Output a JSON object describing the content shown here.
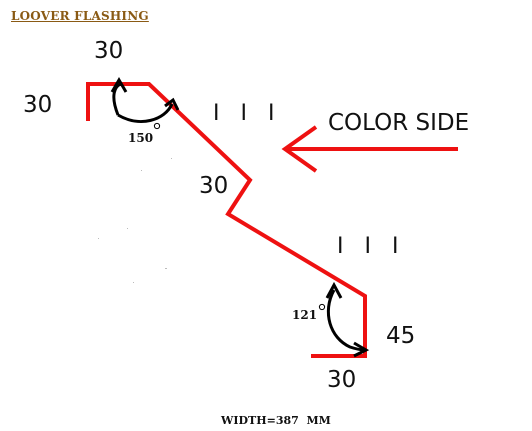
{
  "title": "LOOVER FLASHING",
  "labels": {
    "top_dim": "30",
    "left_dim": "30",
    "ticks_upper": "I I I",
    "mid_dim": "30",
    "ticks_lower": "I I I",
    "angle_top": "150",
    "angle_bottom": "121",
    "right_dim": "45",
    "bottom_dim": "30",
    "color_side": "COLOR SIDE",
    "width": "WIDTH=387  MM"
  },
  "colors": {
    "profile": "#ee1111",
    "arrow": "#ee1111",
    "angle_arc": "#000000",
    "title": "#8a5a14"
  }
}
